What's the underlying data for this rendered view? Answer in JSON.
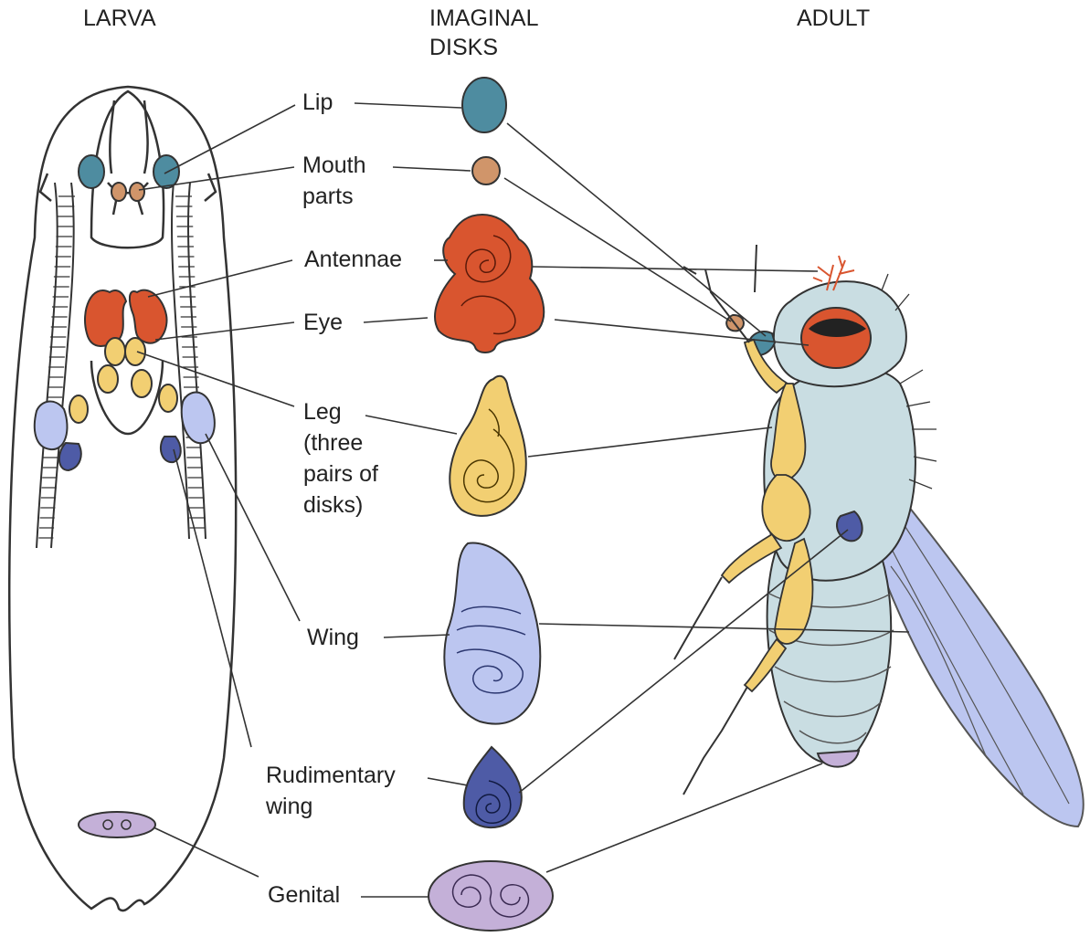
{
  "columns": {
    "larva": "LARVA",
    "imaginal_disks": "IMAGINAL\nDISKS",
    "adult": "ADULT"
  },
  "labels": {
    "lip": "Lip",
    "mouth_parts": "Mouth\nparts",
    "antennae": "Antennae",
    "eye": "Eye",
    "leg": "Leg\n(three\npairs of\ndisks)",
    "wing": "Wing",
    "rudimentary_wing": "Rudimentary\nwing",
    "genital": "Genital"
  },
  "colors": {
    "lip": "#4e8ca0",
    "mouth_parts": "#d0956a",
    "eye_antennae": "#d9552f",
    "leg": "#f2cf72",
    "wing": "#bcc6f0",
    "rudimentary_wing": "#4e5ba6",
    "genital": "#c4b0d8",
    "body": "#c9dde2",
    "line": "#333333"
  }
}
